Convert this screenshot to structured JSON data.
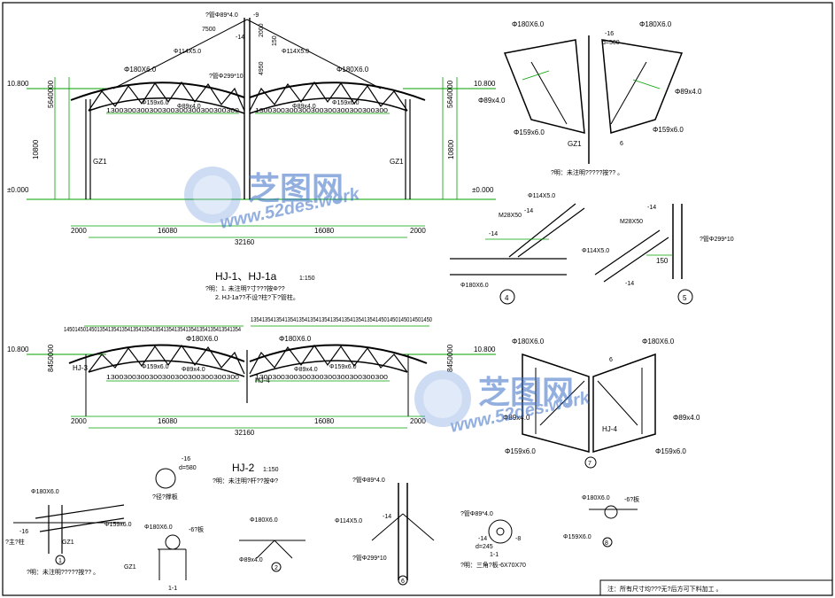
{
  "watermark": {
    "brand_text": "芝图网",
    "url_text": "www.52des.work"
  },
  "elev1": {
    "levels": {
      "top_left": "10.800",
      "top_right": "10.800",
      "ground_left": "±0.000",
      "ground_right": "±0.000"
    },
    "heights": {
      "left_outer": "5640000",
      "right_outer": "5640000",
      "left_col": "10800",
      "right_col": "10800"
    },
    "column_labels": {
      "left": "GZ1",
      "right": "GZ1"
    },
    "top_dims": {
      "d7500": "7500",
      "d2000": "2000",
      "d150": "150",
      "d4950": "4950",
      "dash9": "-9"
    },
    "top_labels": {
      "cap_plate": "?管Φ89*4.0",
      "plate14": "-14",
      "pipe_left": "Φ114X5.0",
      "pipe_right": "Φ114X5.0",
      "mast": "?管Φ299*10",
      "chord_left": "Φ180X6.0",
      "chord_right": "Φ180X6.0",
      "bot_l1": "Φ159x6.0",
      "bot_l2": "Φ89x4.0",
      "bot_r1": "Φ89x4.0",
      "bot_r2": "Φ159x6.0"
    },
    "spacing_left": "1300300300300300300300300300300",
    "spacing_right": "1300300300300300300300300300300",
    "bottom_dims": {
      "left_2000": "2000",
      "left_16080": "16080",
      "right_16080": "16080",
      "right_2000": "2000",
      "total": "32160"
    },
    "title": "HJ-1、HJ-1a",
    "scale": "1:150",
    "note1": "?明：1. 未注明?寸???按Φ??",
    "note2": "2. HJ-1a??不设?柱?下?管柱。"
  },
  "elev2": {
    "levels": {
      "top_left": "10.800",
      "top_right": "10.800"
    },
    "heights": {
      "left": "8450000",
      "right": "8450000"
    },
    "panel_labels": {
      "left": "HJ-3",
      "right": "HJ-4"
    },
    "spacing_top_left": "1450145014501354135413541354135413541354135413541354135413541354",
    "spacing_top_right": "1354135413541354135413541354135413541354135414501450145014501450",
    "top_labels": {
      "chord_left": "Φ180X6.0",
      "chord_right": "Φ180X6.0",
      "b1": "Φ159x6.0",
      "b2": "Φ89x4.0",
      "b3": "Φ89x4.0",
      "b4": "Φ159x6.0"
    },
    "spacing_left": "1300300300300300300300300300300",
    "spacing_right": "1300300300300300300300300300300",
    "bottom_dims": {
      "left_2000": "2000",
      "left_16080": "16080",
      "right_16080": "16080",
      "right_2000": "2000",
      "total": "32160"
    },
    "title": "HJ-2",
    "scale": "1:150",
    "note1": "?明：未注明?杆??按Φ?"
  },
  "plate_detail": {
    "plate": "-16",
    "d": "d=580",
    "caption": "?径?撑板"
  },
  "detail_top_right": {
    "labels": {
      "chord_left": "Φ180X6.0",
      "chord_right": "Φ180X6.0",
      "plate": "-16",
      "d": "d=500",
      "web_l": "Φ89x4.0",
      "web_r": "Φ89x4.0",
      "bot_l": "Φ159x6.0",
      "bot_r": "Φ159x6.0",
      "col": "GZ1",
      "weld": "6"
    },
    "note": "?明：未注明?????按?? 。"
  },
  "detail4": {
    "pipe": "Φ114X5.0",
    "bolt": "M28X50",
    "plate": "-14",
    "plate2": "-14",
    "chord": "Φ180X6.0",
    "num": "4"
  },
  "detail5": {
    "bolt": "M28X50",
    "plate": "-14",
    "plate2": "-14",
    "pipe": "Φ114X5.0",
    "col": "?管Φ299*10",
    "d150": "150",
    "num": "5"
  },
  "detail_mid_right": {
    "labels": {
      "chord_left": "Φ180X6.0",
      "chord_right": "Φ180X6.0",
      "web_l": "Φ89x4.0",
      "web_r": "Φ89x4.0",
      "bot_l": "Φ159x6.0",
      "bot_r": "Φ159x6.0",
      "panel": "HJ-4",
      "weld": "6",
      "num": "7"
    }
  },
  "detail_bottom": {
    "d1": {
      "chord": "Φ180X6.0",
      "bot": "Φ159x6.0",
      "col": "GZ1",
      "plate": "-16",
      "num": "1",
      "note": "?明：未注明?????按?? 。",
      "label": "?主?柱"
    },
    "sec1": {
      "chord": "Φ180X6.0",
      "plate": "-6?板",
      "col": "GZ1",
      "title": "1-1"
    },
    "d2": {
      "chord": "Φ180X6.0",
      "web": "Φ89x4.0",
      "num": "2"
    },
    "d6": {
      "cap": "?管Φ89*4.0",
      "plate": "-14",
      "pipe": "Φ114X5.0",
      "mast": "?管Φ299*10",
      "num": "6"
    },
    "sec_round": {
      "cap": "?管Φ89*4.0",
      "plate": "-14",
      "d": "d=245",
      "p8": "-8",
      "title": "1-1",
      "note": "?明：三角?板-6X70X70"
    },
    "d8": {
      "chord": "Φ180X6.0",
      "plate": "-6?板",
      "pipe": "Φ159X6.0",
      "num": "8"
    }
  },
  "footer_note": "注：所有尺寸均???无?后方可下料加工 。"
}
